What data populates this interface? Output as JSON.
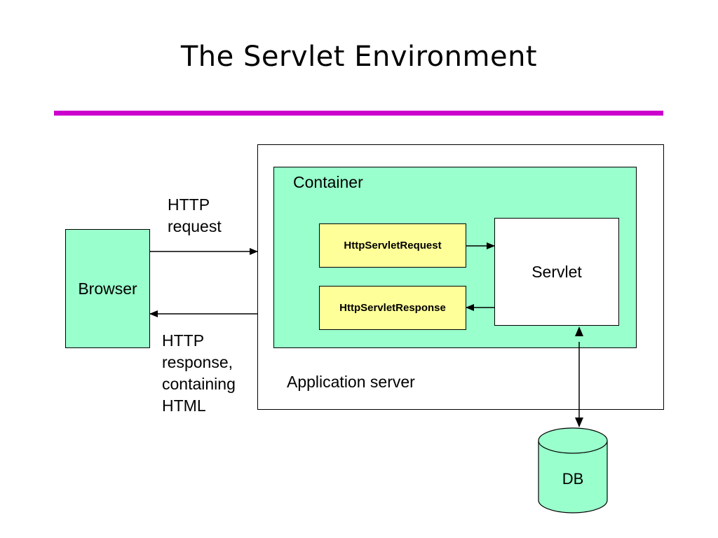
{
  "title": "The Servlet Environment",
  "colors": {
    "title_rule": "#cc00cc",
    "green_box": "#99ffcc",
    "yellow_box": "#ffff99"
  },
  "diagram": {
    "application_server_label": "Application server",
    "container_label": "Container",
    "browser_label": "Browser",
    "servlet_label": "Servlet",
    "request_object_label": "HttpServletRequest",
    "response_object_label": "HttpServletResponse",
    "db_label": "DB",
    "http_request_label": [
      "HTTP",
      "request"
    ],
    "http_response_label": [
      "HTTP",
      "response,",
      "containing",
      "HTML"
    ]
  }
}
